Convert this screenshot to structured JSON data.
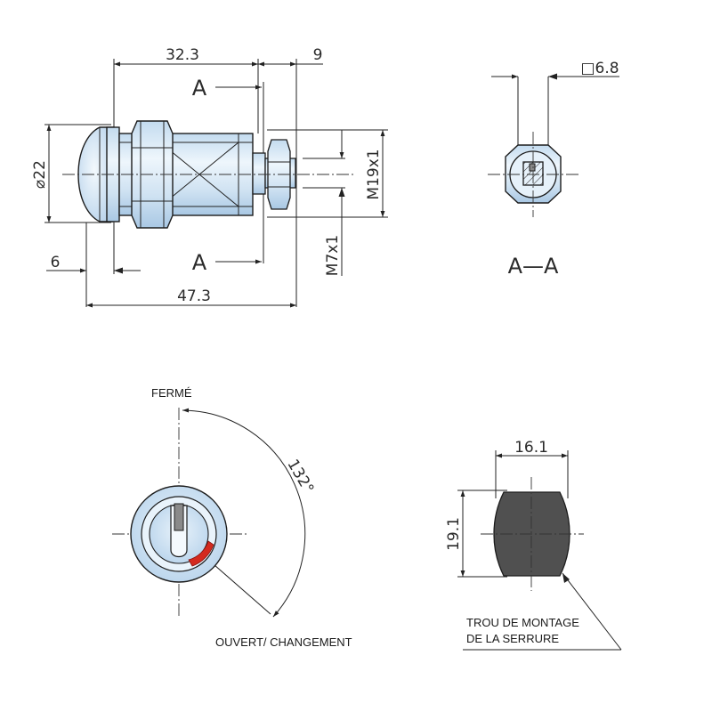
{
  "side_view": {
    "dim_length_flange": "32.3",
    "dim_tail": "9",
    "dim_diameter": "⌀22",
    "dim_thread_body": "M19x1",
    "dim_thread_tail": "M7x1",
    "dim_head": "6",
    "dim_overall": "47.3",
    "section_marker_top": "A",
    "section_marker_bottom": "A"
  },
  "section_view": {
    "dim_square": "□6.8",
    "caption": "A—A"
  },
  "front_view": {
    "label_closed": "FERMÉ",
    "label_open": "OUVERT/ CHANGEMENT",
    "angle": "132°"
  },
  "cutout_view": {
    "dim_width": "16.1",
    "dim_height": "19.1",
    "label_line1": "TROU DE MONTAGE",
    "label_line2": "DE LA SERRURE"
  },
  "colors": {
    "metal_light": "#dcecf7",
    "metal_mid": "#b7d3ea",
    "cutout_fill": "#505050",
    "indicator_red": "#d42a1f"
  }
}
